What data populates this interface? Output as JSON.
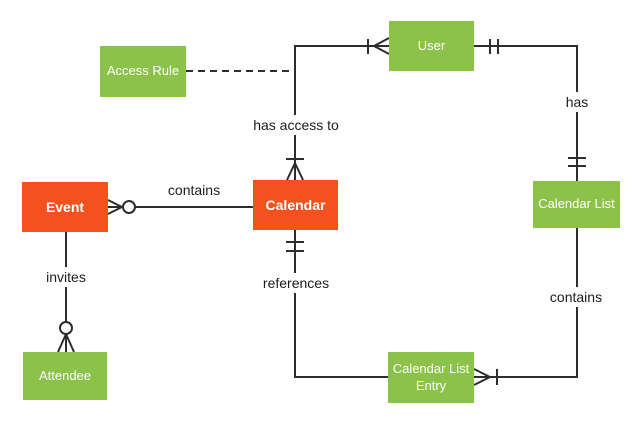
{
  "colors": {
    "bg": "#FFFFFF",
    "entity_green": "#8BC34A",
    "entity_orange": "#F4511E",
    "entity_text": "#FFFFFF",
    "line": "#2D2D2D",
    "label_text": "#1C1C1C"
  },
  "entities": {
    "user": {
      "label": "User"
    },
    "access_rule": {
      "label": "Access Rule"
    },
    "event": {
      "label": "Event"
    },
    "calendar": {
      "label": "Calendar"
    },
    "calendar_list": {
      "label": "Calendar List"
    },
    "attendee": {
      "label": "Attendee"
    },
    "calendar_list_entry": {
      "label": "Calendar List Entry"
    }
  },
  "relationships": {
    "has_access_to": {
      "label": "has access to",
      "from": "User",
      "to": "Calendar",
      "from_cardinality": "one-or-many",
      "to_cardinality": "one-or-many"
    },
    "has": {
      "label": "has",
      "from": "User",
      "to": "Calendar List",
      "from_cardinality": "exactly-one",
      "to_cardinality": "exactly-one"
    },
    "contains_event": {
      "label": "contains",
      "from": "Calendar",
      "to": "Event",
      "to_cardinality": "zero-or-many"
    },
    "invites": {
      "label": "invites",
      "from": "Event",
      "to": "Attendee",
      "to_cardinality": "zero-or-many"
    },
    "references": {
      "label": "references",
      "from": "Calendar",
      "to": "Calendar List Entry",
      "from_cardinality": "exactly-one"
    },
    "contains_entry": {
      "label": "contains",
      "from": "Calendar List",
      "to": "Calendar List Entry",
      "to_cardinality": "one-or-many"
    },
    "access_rule_link": {
      "from": "Access Rule",
      "to": "has access to",
      "style": "dashed"
    }
  }
}
